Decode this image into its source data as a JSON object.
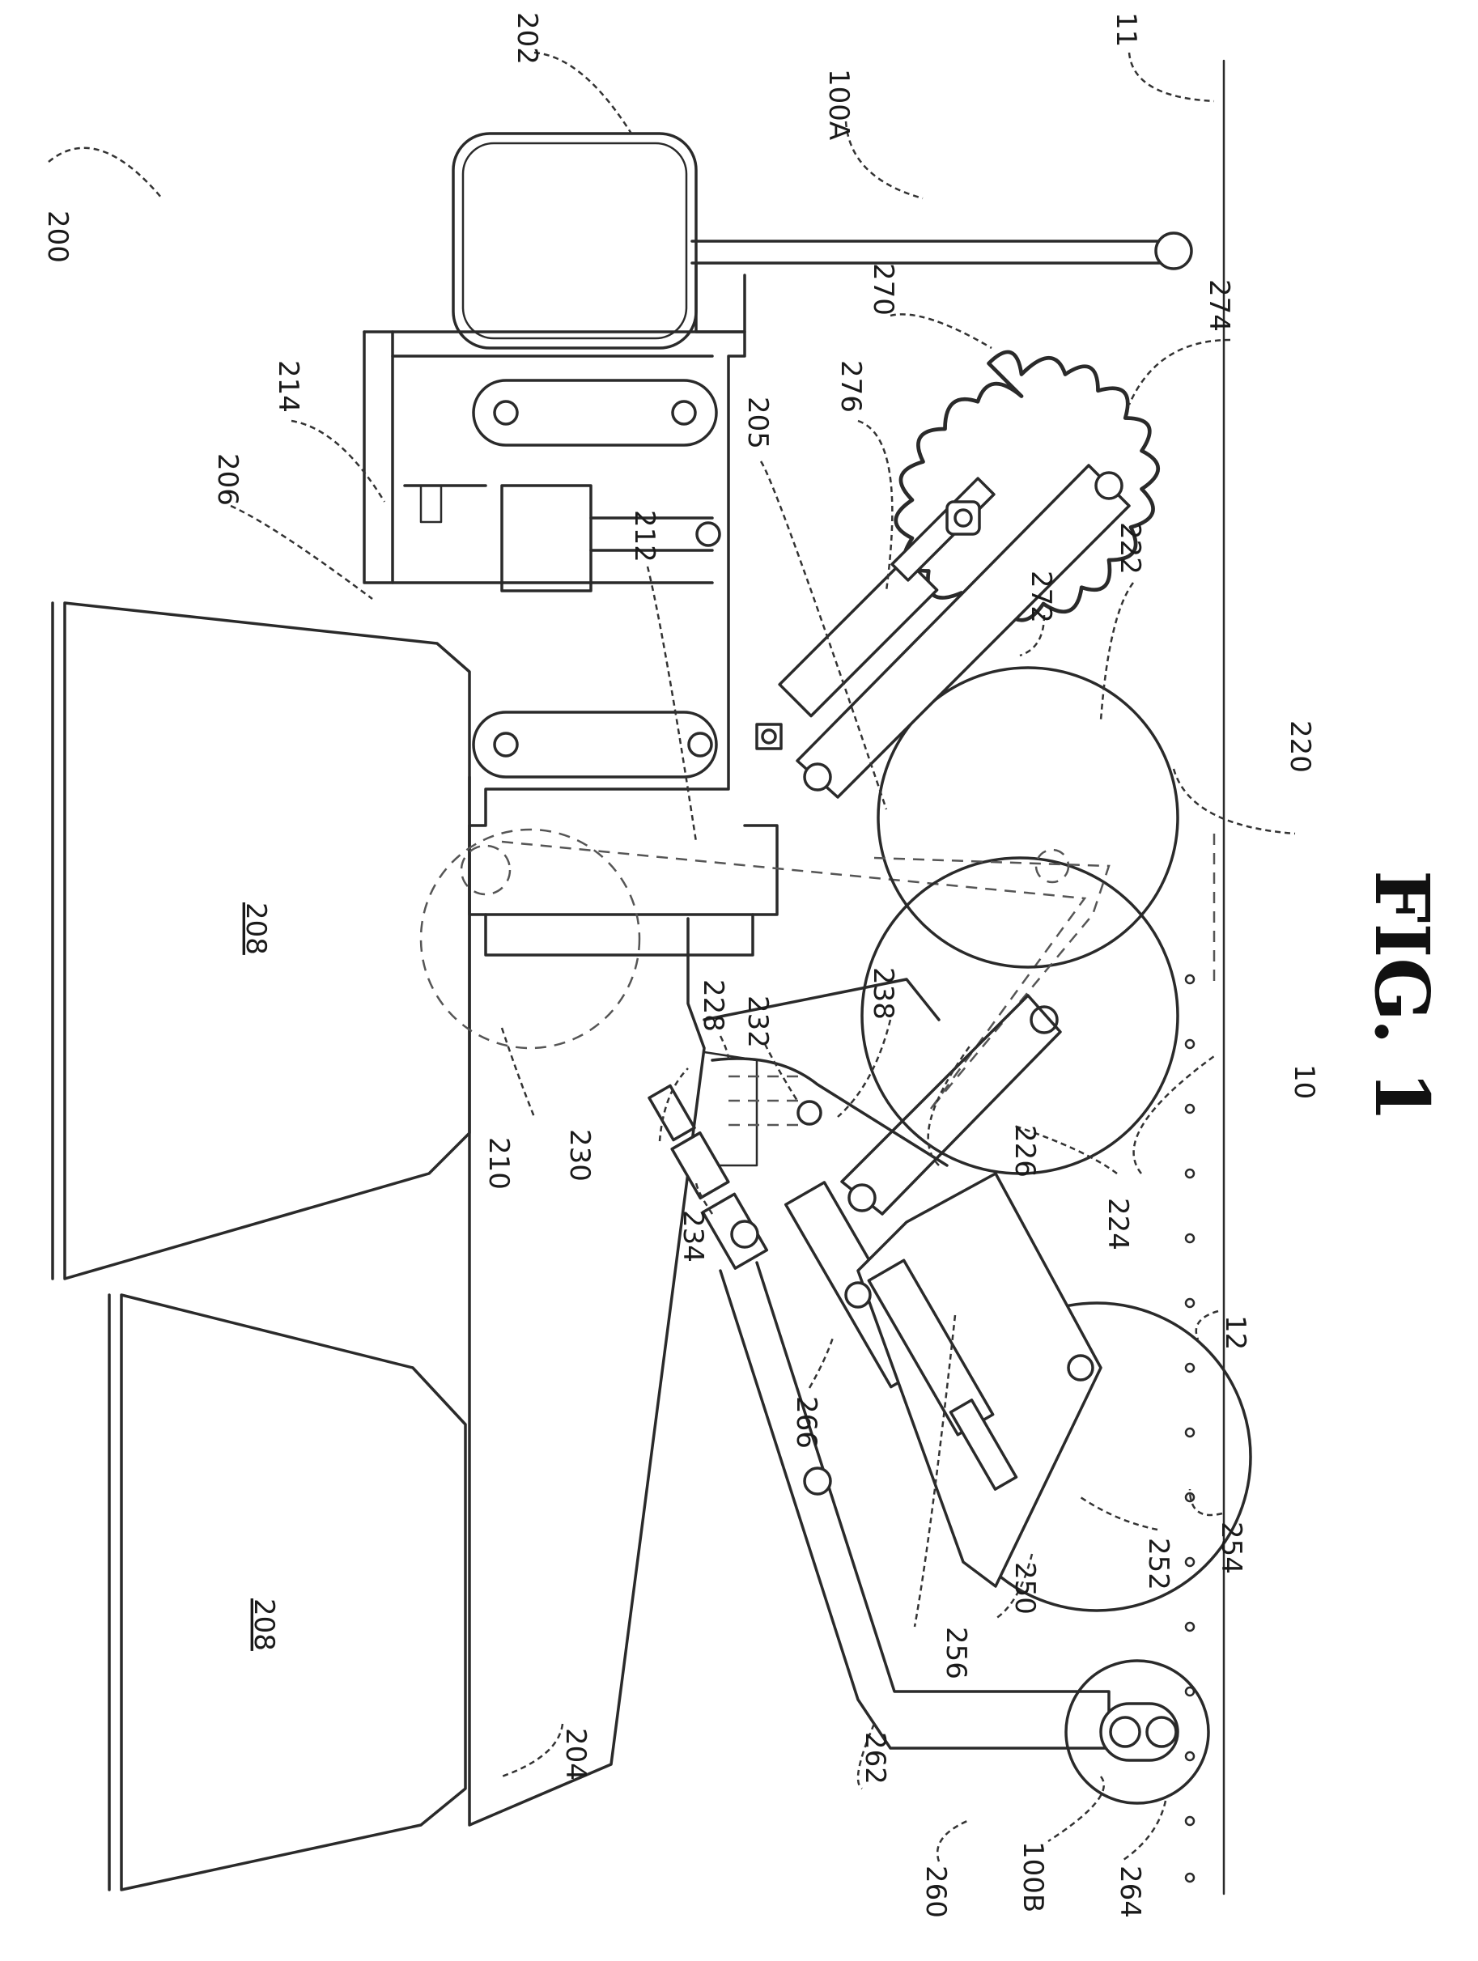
{
  "figure": {
    "caption": "FIG. 1",
    "labels": {
      "l200": "200",
      "l202": "202",
      "l100A": "100A",
      "l11": "11",
      "l214": "214",
      "l206": "206",
      "l205": "205",
      "l276": "276",
      "l270": "270",
      "l274": "274",
      "l212": "212",
      "l272": "272",
      "l222": "222",
      "l220": "220",
      "l208a": "208",
      "l208b": "208",
      "l228": "228",
      "l232": "232",
      "l238": "238",
      "l210": "210",
      "l230": "230",
      "l226": "226",
      "l10": "10",
      "l234": "234",
      "l224": "224",
      "l12": "12",
      "l266": "266",
      "l254": "254",
      "l252": "252",
      "l256": "256",
      "l250": "250",
      "l204": "204",
      "l262": "262",
      "l260": "260",
      "l100B": "100B",
      "l264": "264"
    }
  }
}
